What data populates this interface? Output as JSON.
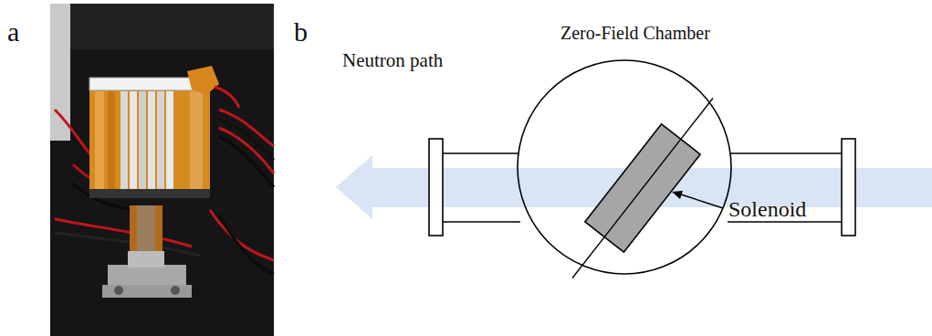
{
  "diagram": {
    "nodes": [
      {
        "text": [
          "Zero-Field Chamber"
        ]
      }
    ],
    "labels": [
      "a",
      "b",
      "Neutron path",
      "Solenoid"
    ]
  }
}
